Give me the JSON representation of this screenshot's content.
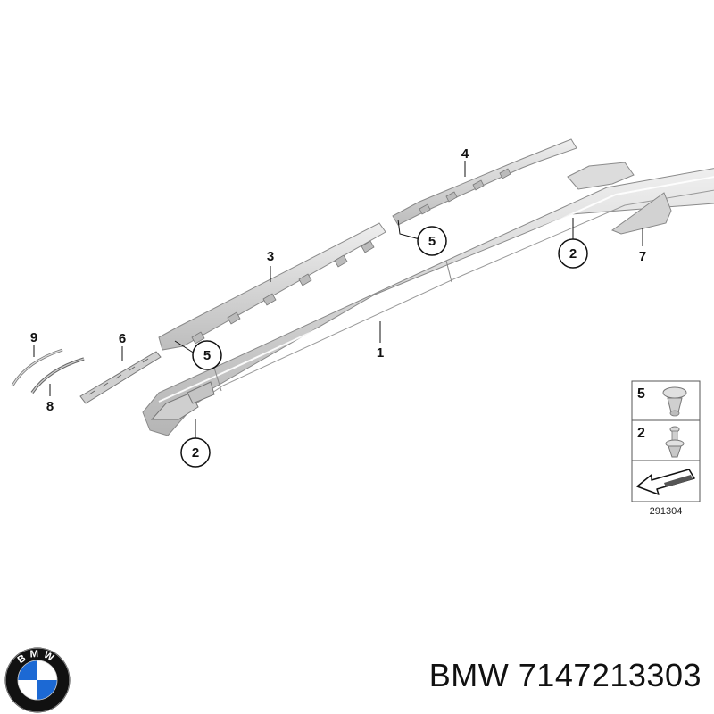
{
  "diagram": {
    "callouts": [
      "1",
      "2",
      "2",
      "3",
      "4",
      "5",
      "5",
      "6",
      "7",
      "8",
      "9"
    ],
    "legend": {
      "rows": [
        "5",
        "2"
      ]
    },
    "code": "291304"
  },
  "footer": {
    "logo_letters": "BMW",
    "part_number": "BMW 7147213303"
  },
  "colors": {
    "part_fill": "#d9d9d9",
    "part_stroke": "#8a8a8a",
    "bmw_blue": "#1c69d4",
    "logo_ring": "#111111"
  }
}
